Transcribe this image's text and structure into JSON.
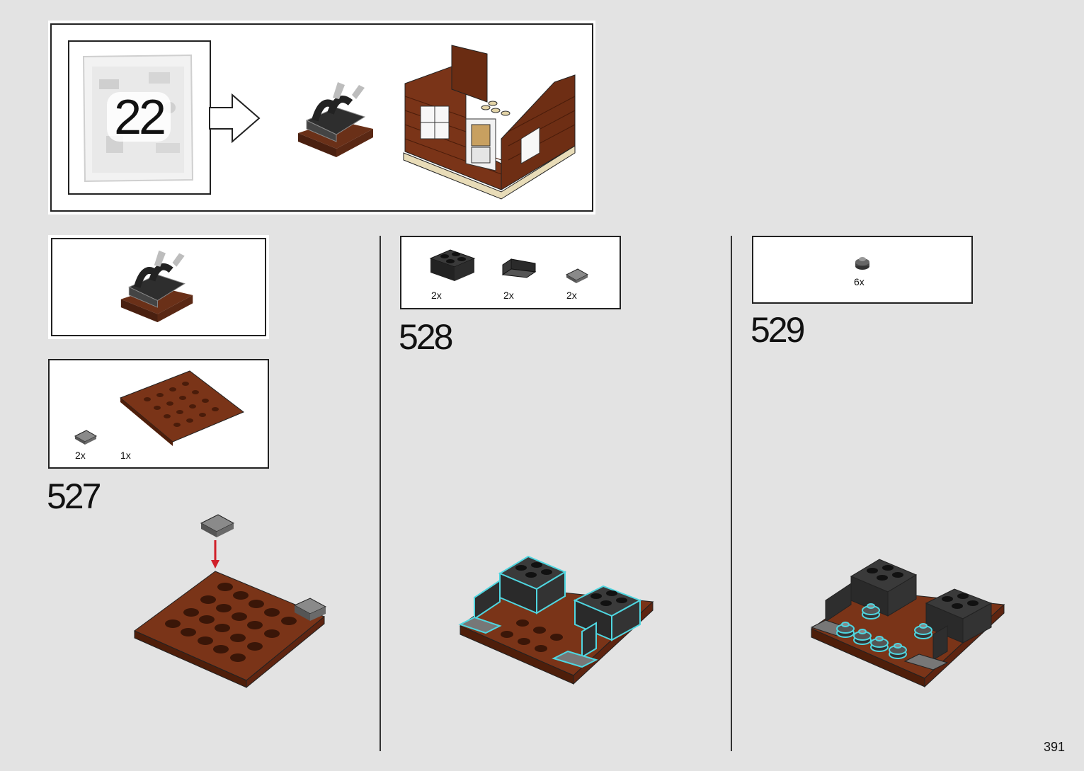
{
  "bag": {
    "number": "22"
  },
  "steps": [
    {
      "number": "527",
      "parts": [
        {
          "qty": "2x",
          "icon": "grey-tile-1x1-icon"
        },
        {
          "qty": "1x",
          "icon": "brown-plate-6x6-icon"
        }
      ]
    },
    {
      "number": "528",
      "parts": [
        {
          "qty": "2x",
          "icon": "black-brick-2x2-icon"
        },
        {
          "qty": "2x",
          "icon": "black-panel-1x2-icon"
        },
        {
          "qty": "2x",
          "icon": "grey-tile-1x1-icon"
        }
      ]
    },
    {
      "number": "529",
      "parts": [
        {
          "qty": "6x",
          "icon": "grey-round-plate-1x1-icon"
        }
      ]
    }
  ],
  "page": {
    "number": "391"
  },
  "colors": {
    "brown": "#7a3a1e",
    "black": "#3a3a3a",
    "grey": "#8a8a8a",
    "highlight": "#4fd6e0",
    "arrow": "#d0202a"
  }
}
